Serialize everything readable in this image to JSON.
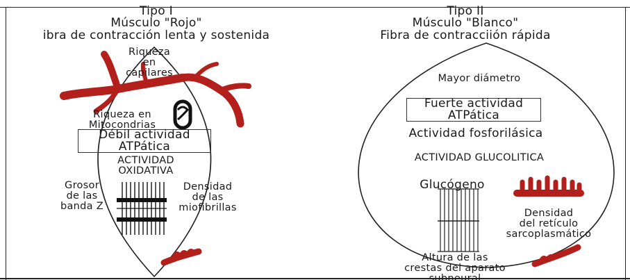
{
  "left_panel": {
    "title": [
      "Tipo I",
      "Músculo \"Rojo\"",
      "ibra de contracción lenta y sostenida"
    ],
    "capilares": [
      "Riqueza",
      "en",
      "capilares"
    ],
    "mitocondrias": [
      "Riqueza en",
      "Mitocondrias"
    ],
    "atp_box": [
      "Débil actividad",
      "ATPática"
    ],
    "oxidativa": [
      "ACTIVIDAD",
      "OXIDATIVA"
    ],
    "grosor": [
      "Grosor",
      "de las",
      "banda Z"
    ],
    "densidad": [
      "Densidad",
      "de las",
      "miofibrillas"
    ]
  },
  "right_panel": {
    "title": [
      "Tipo II",
      "Músculo \"Blanco\"",
      "Fibra de contracciión rápida"
    ],
    "diametro": "Mayor diámetro",
    "atp_box": [
      "Fuerte actividad",
      "ATPática"
    ],
    "fosforilasica": "Actividad fosforilásica",
    "glucolitica": "ACTIVIDAD GLUCOLITICA",
    "glucogeno": "Glucógeno",
    "reticulo": [
      "Densidad",
      "del retículo",
      "sarcoplasmático"
    ],
    "crestas": [
      "Altura de las",
      "crestas del aparato",
      "subneural"
    ]
  },
  "colors": {
    "vessel": "#b3201c",
    "ink": "#1a1a1a",
    "background": "#ffffff"
  }
}
